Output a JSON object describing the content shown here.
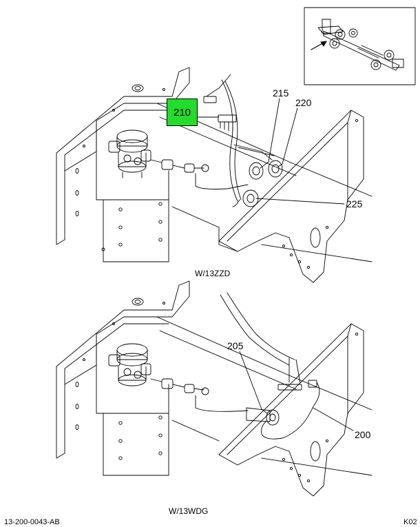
{
  "callouts": {
    "c210": "210",
    "c215": "215",
    "c220": "220",
    "c225": "225",
    "c205": "205",
    "c200": "200"
  },
  "captions": {
    "upper_variant": "W/13ZZD",
    "lower_variant": "W/13WDG"
  },
  "footer": {
    "drawing_number": "13-200-0043-AB",
    "sheet_code": "K02"
  },
  "highlight_color": "#22dd2a"
}
